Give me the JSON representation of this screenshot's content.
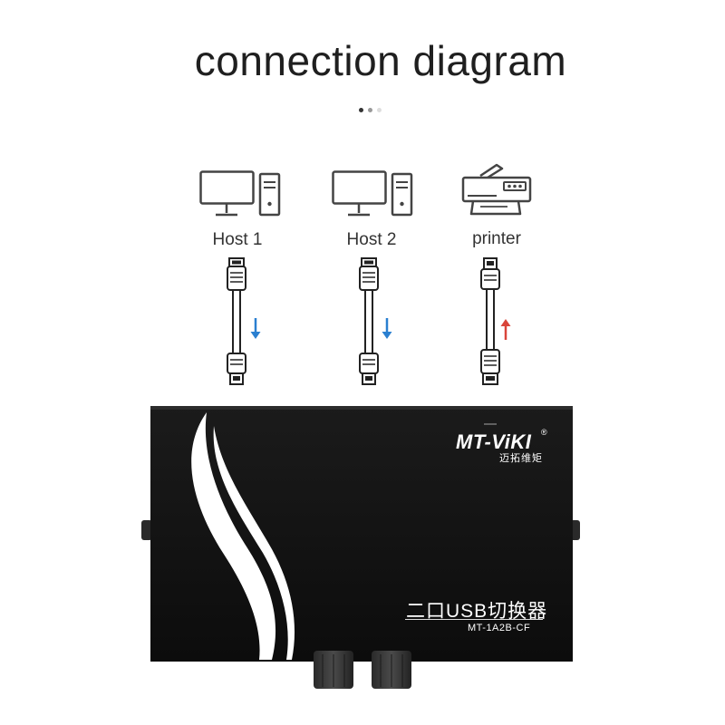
{
  "title": "connection diagram",
  "carousel": {
    "count": 3,
    "active": 0
  },
  "devices": [
    {
      "label": "Host 1",
      "icon": "computer-icon",
      "direction": "down",
      "arrow_color": "#2a7fd0"
    },
    {
      "label": "Host 2",
      "icon": "computer-icon",
      "direction": "down",
      "arrow_color": "#2a7fd0"
    },
    {
      "label": "printer",
      "icon": "printer-icon",
      "direction": "up",
      "arrow_color": "#d9453a"
    }
  ],
  "switch": {
    "brand": "MT-ViKI",
    "registered": "®",
    "brand_cn": "迈拓维矩",
    "product_name": "二口USB切换器",
    "model": "MT-1A2B-CF",
    "body_color": "#141414"
  }
}
